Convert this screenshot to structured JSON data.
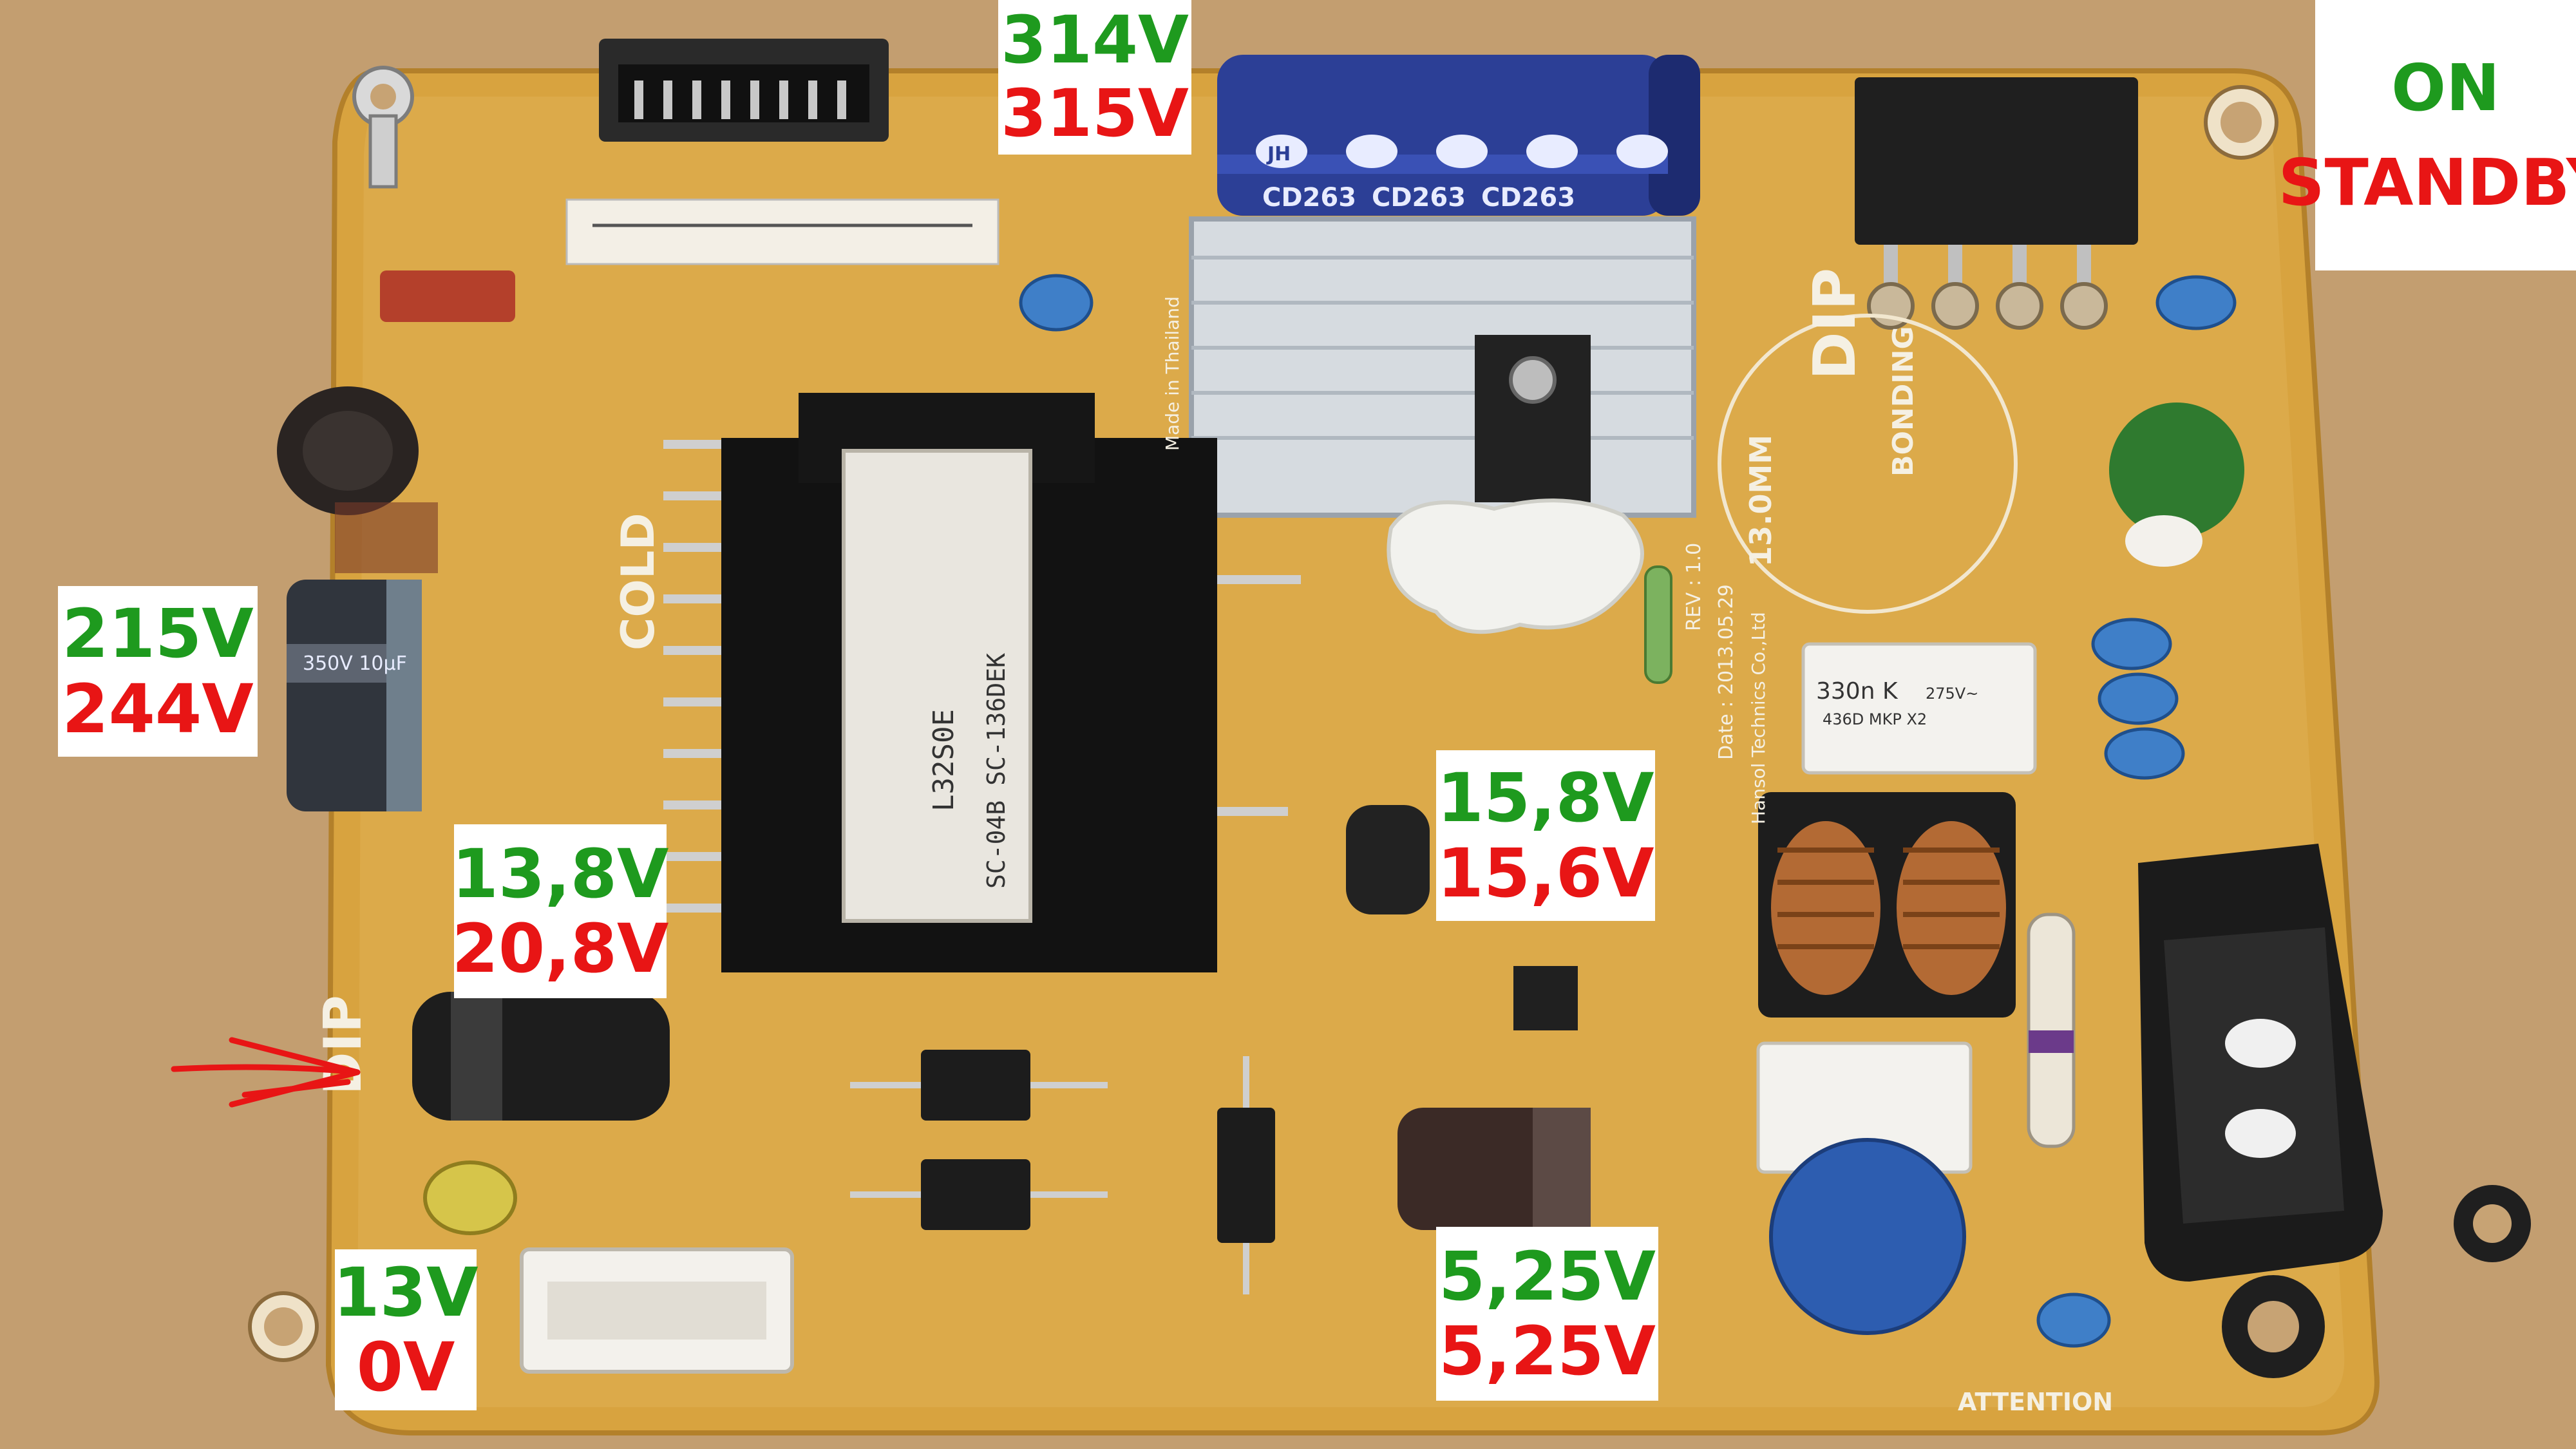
{
  "photo": {
    "subject": "pcb",
    "board_labels": {
      "bonding": "BONDING",
      "cold": "COLD",
      "dip": "DIP",
      "cap_brand": "JH",
      "cap_model": "CD263",
      "transformer_model": "L32S0E",
      "transformer_code": "SC-04B SC-136DEK",
      "film_cap": "330n K",
      "film_cap_spec": "275V~",
      "film_cap_class": "436D MKP  X2",
      "cap_small": "350V 10µF",
      "attention": "ATTENTION",
      "rev": "REV : 1.0",
      "date": "Date : 2013.05.29",
      "maker": "Hansol Technics Co.,Ltd",
      "made_in": "Made in Thailand",
      "inductor_dim": "13.0MM"
    }
  },
  "legend": {
    "on_label": "ON",
    "standby_label": "STANDBY"
  },
  "measurements": [
    {
      "on": "314V",
      "standby": "315V"
    },
    {
      "on": "215V",
      "standby": "244V"
    },
    {
      "on": "13,8V",
      "standby": "20,8V"
    },
    {
      "on": "15,8V",
      "standby": "15,6V"
    },
    {
      "on": "5,25V",
      "standby": "5,25V"
    },
    {
      "on": "13V",
      "standby": "0V"
    }
  ],
  "colors": {
    "on": "#1e9a1e",
    "standby": "#e81515",
    "pcb": "#d9a441",
    "arrow": "#e81515"
  }
}
